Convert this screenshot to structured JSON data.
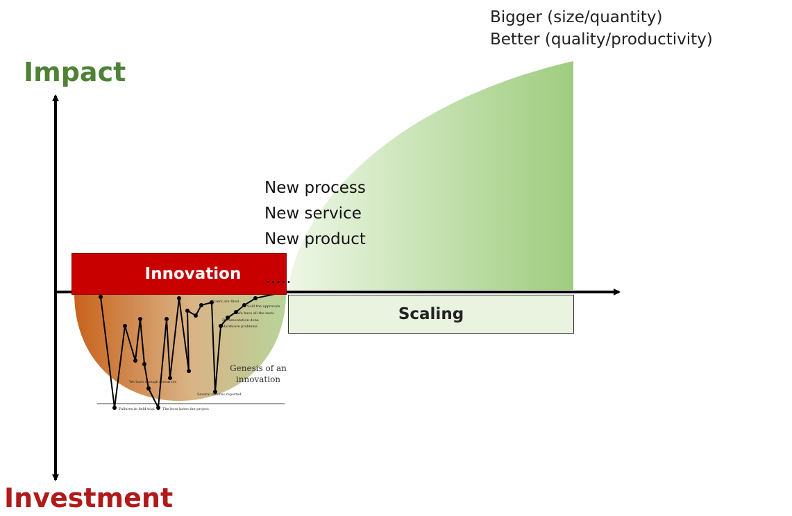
{
  "axes": {
    "y_up_label": "Impact",
    "y_down_label": "Investment"
  },
  "innovation": {
    "label": "Innovation",
    "ellipsis": "….."
  },
  "scaling": {
    "label": "Scaling"
  },
  "new_things": [
    "New process",
    "New service",
    "New product"
  ],
  "outcomes": [
    "Bigger (size/quantity)",
    "Better (quality/productivity)"
  ],
  "inset": {
    "caption": "Genesis of an innovation",
    "bottom_notes": [
      "Failures in field trial",
      "The boss hates the project"
    ],
    "small_notes": [
      "Several failures reported",
      "We have enough resources",
      "Documentation done",
      "Sold the approvals",
      "We have all the tests",
      "Hardware problems",
      "Users are fired"
    ]
  },
  "colors": {
    "impact": "#4f8236",
    "investment": "#b01a1a",
    "innovation_box": "#c80000",
    "scaling_box": "#eaf3e0",
    "growth_green": "#a6d08a"
  }
}
